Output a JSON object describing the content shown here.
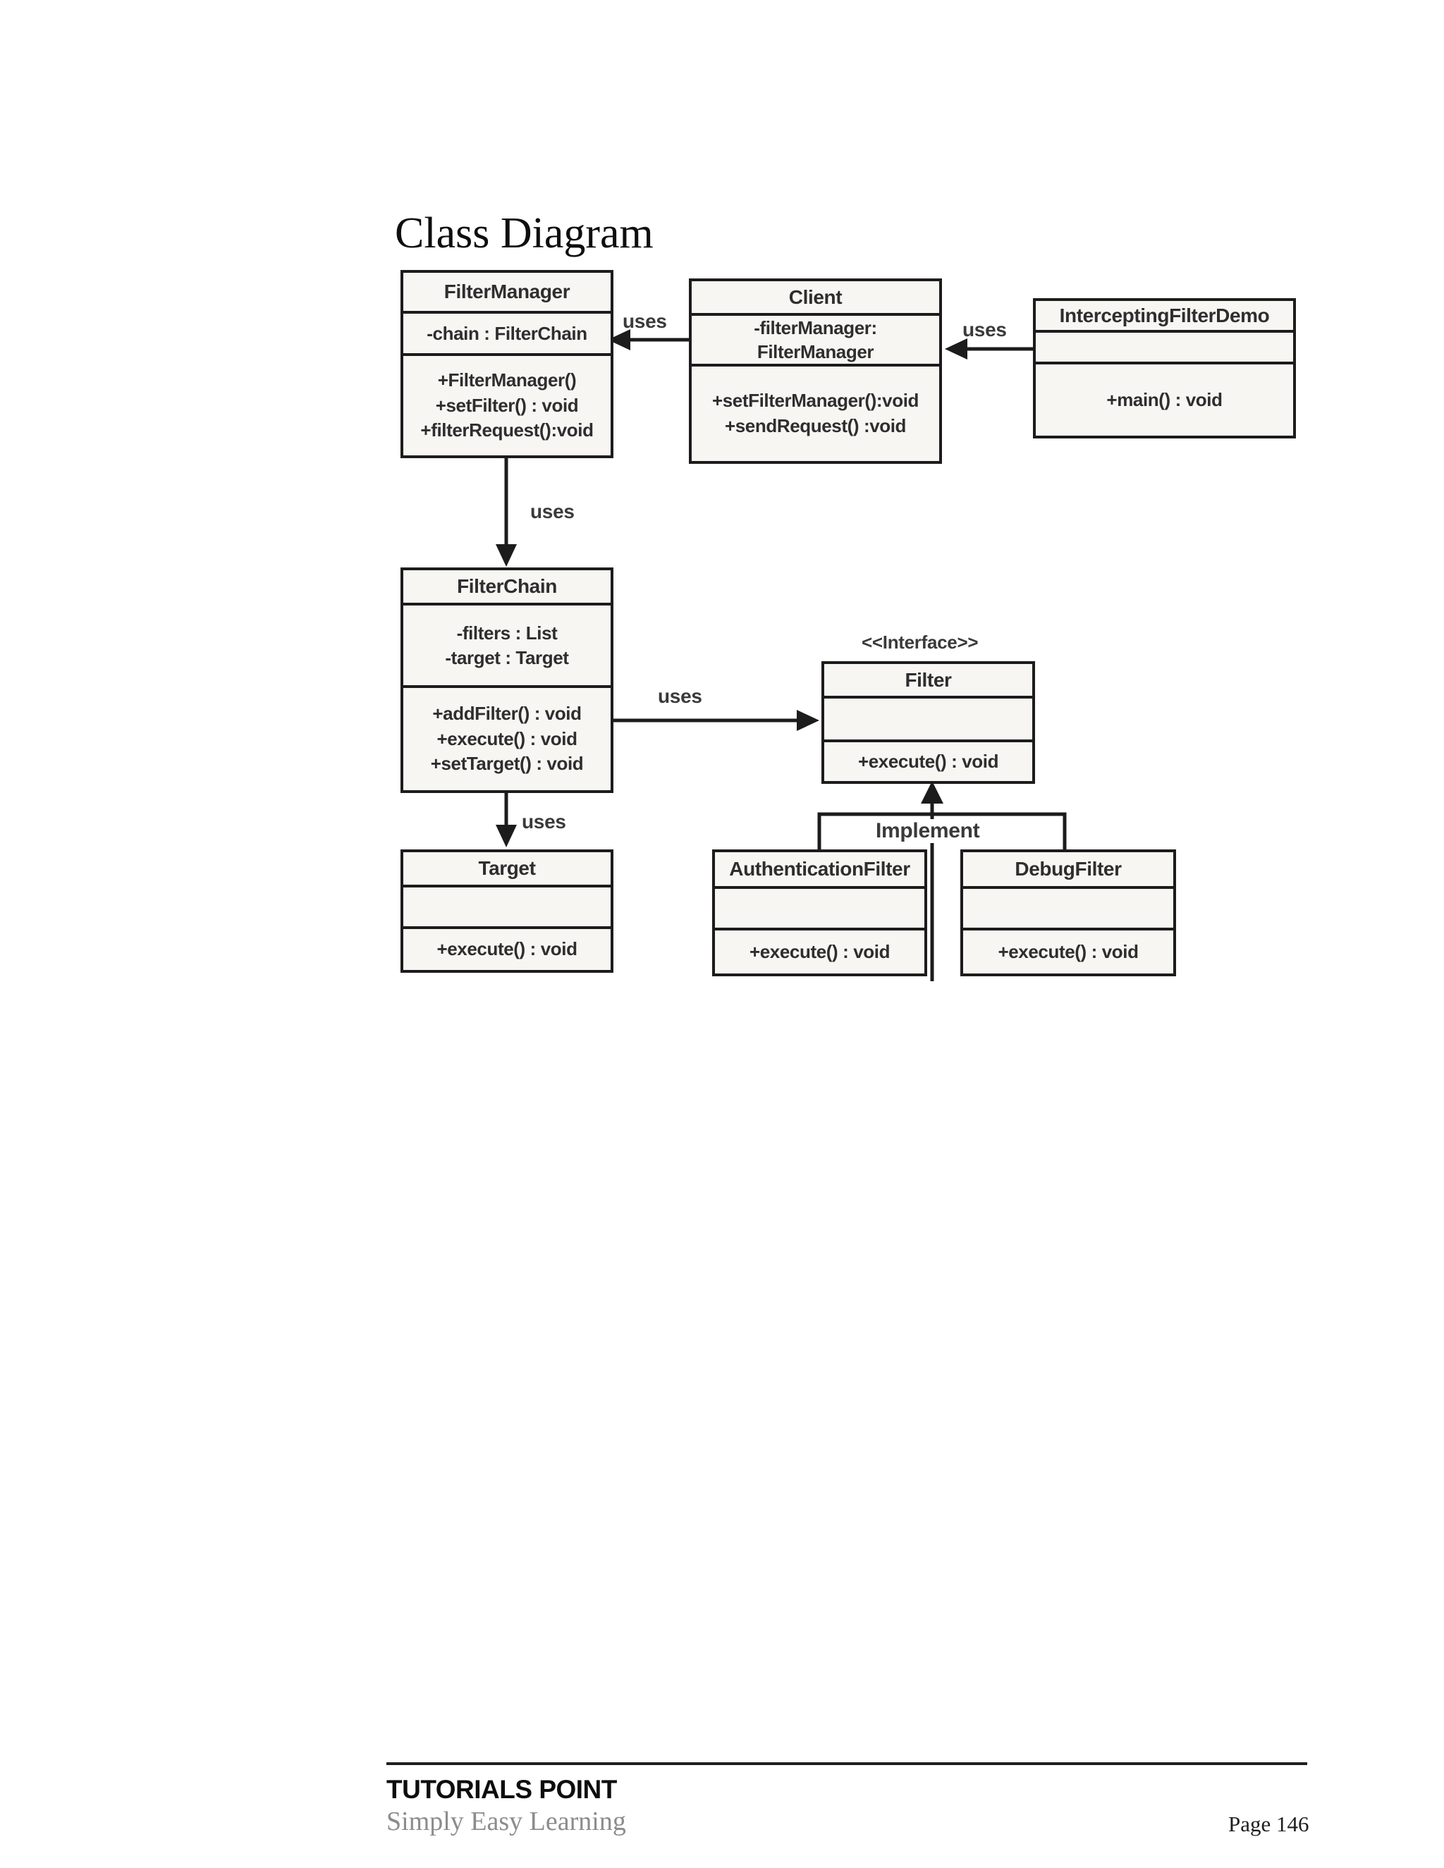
{
  "page": {
    "title": "Class Diagram",
    "footer": {
      "brand": "TUTORIALS POINT",
      "tagline": "Simply Easy Learning",
      "page_number": "Page 146"
    }
  },
  "diagram": {
    "interface_stereotype": "<<Interface>>",
    "labels": {
      "uses_client_to_filtermanager": "uses",
      "uses_demo_to_client": "uses",
      "uses_filtermanager_to_filterchain": "uses",
      "uses_filterchain_to_filter": "uses",
      "uses_filterchain_to_target": "uses",
      "implement": "Implement"
    },
    "classes": {
      "filter_manager": {
        "name": "FilterManager",
        "attributes": [
          "-chain : FilterChain"
        ],
        "methods": [
          "+FilterManager()",
          "+setFilter() : void",
          "+filterRequest():void"
        ]
      },
      "client": {
        "name": "Client",
        "attributes": [
          "-filterManager:",
          "FilterManager"
        ],
        "methods": [
          "+setFilterManager():void",
          "+sendRequest() :void"
        ]
      },
      "intercepting_filter_demo": {
        "name": "InterceptingFilterDemo",
        "attributes": [],
        "methods": [
          "+main() : void"
        ]
      },
      "filter_chain": {
        "name": "FilterChain",
        "attributes": [
          "-filters : List",
          "-target : Target"
        ],
        "methods": [
          "+addFilter() : void",
          "+execute() : void",
          "+setTarget() : void"
        ]
      },
      "filter": {
        "name": "Filter",
        "attributes": [],
        "methods": [
          "+execute() : void"
        ]
      },
      "target": {
        "name": "Target",
        "attributes": [],
        "methods": [
          "+execute() : void"
        ]
      },
      "authentication_filter": {
        "name": "AuthenticationFilter",
        "attributes": [],
        "methods": [
          "+execute() : void"
        ]
      },
      "debug_filter": {
        "name": "DebugFilter",
        "attributes": [],
        "methods": [
          "+execute() : void"
        ]
      }
    }
  }
}
